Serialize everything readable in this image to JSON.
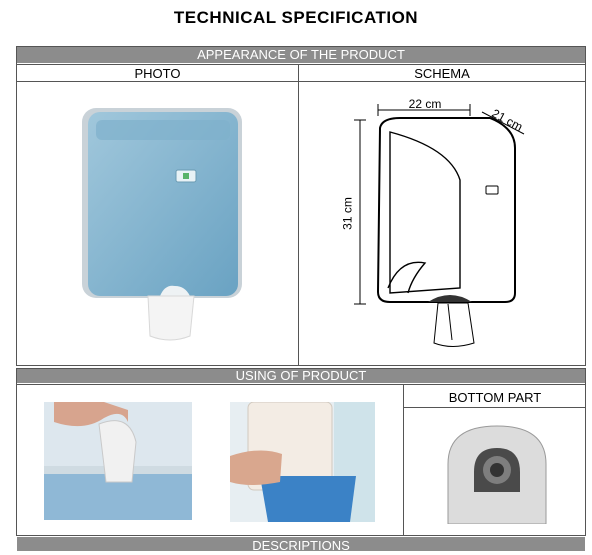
{
  "title": "TECHNICAL SPECIFICATION",
  "sections": {
    "appearance": "APPEARANCE OF THE PRODUCT",
    "photo_label": "PHOTO",
    "schema_label": "SCHEMA",
    "using": "USING OF PRODUCT",
    "bottom_part_label": "BOTTOM PART",
    "descriptions": "DESCRIPTIONS"
  },
  "schema": {
    "width": "22 cm",
    "depth": "21 cm",
    "height": "31 cm"
  }
}
